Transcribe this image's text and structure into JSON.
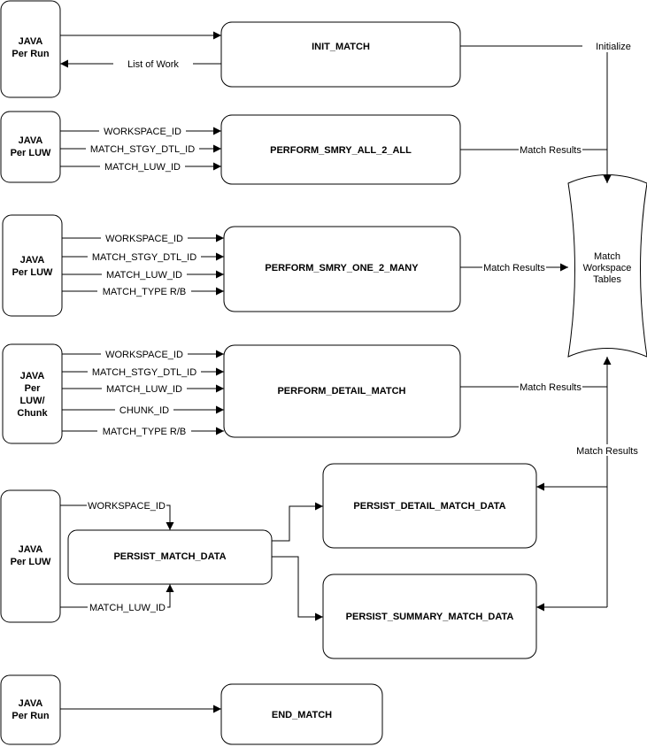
{
  "actors": {
    "run1": [
      "JAVA",
      "Per Run"
    ],
    "luw1": [
      "JAVA",
      "Per LUW"
    ],
    "luw2": [
      "JAVA",
      "Per LUW"
    ],
    "chunk": [
      "JAVA",
      "Per",
      "LUW/",
      "Chunk"
    ],
    "luw3": [
      "JAVA",
      "Per LUW"
    ],
    "run2": [
      "JAVA",
      "Per Run"
    ]
  },
  "processes": {
    "init": "INIT_MATCH",
    "smry_all": "PERFORM_SMRY_ALL_2_ALL",
    "smry_one": "PERFORM_SMRY_ONE_2_MANY",
    "detail": "PERFORM_DETAIL_MATCH",
    "persist": "PERSIST_MATCH_DATA",
    "persist_detail": "PERSIST_DETAIL_MATCH_DATA",
    "persist_summary": "PERSIST_SUMMARY_MATCH_DATA",
    "end": "END_MATCH"
  },
  "store": [
    "Match",
    "Workspace",
    "Tables"
  ],
  "params": {
    "list_of_work": "List of Work",
    "initialize": "Initialize",
    "workspace_id": "WORKSPACE_ID",
    "match_stgy_dtl_id": "MATCH_STGY_DTL_ID",
    "match_luw_id": "MATCH_LUW_ID",
    "match_type": "MATCH_TYPE R/B",
    "chunk_id": "CHUNK_ID",
    "match_results": "Match Results"
  }
}
